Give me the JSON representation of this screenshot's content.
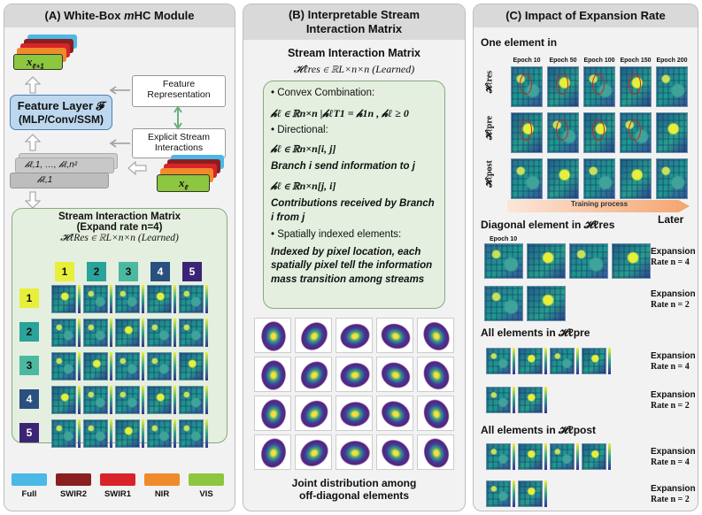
{
  "panel_a": {
    "title": "(A) White-Box mHC Module",
    "title_pre": "(A) White-Box ",
    "title_em": "m",
    "title_post": "HC Module",
    "x_next": "x",
    "x_next_sub": "ℓ+1",
    "feature_layer_line1": "Feature Layer 𝓕",
    "feature_layer_line2": "(MLP/Conv/SSM)",
    "feature_representation": "Feature\nRepresentation",
    "explicit_stream": "Explicit Stream\nInteractions",
    "h_stack_top": "𝒽ℓ,1, …, 𝒽ℓ,n²",
    "h_stack_bottom": "𝒽ℓ,1",
    "x_l": "x",
    "x_l_sub": "ℓ",
    "matrix_title": "Stream Interaction Matrix",
    "matrix_subtitle": "(Expand rate n=4)",
    "matrix_formula": "𝓗ℓRes ∈ ℝL×n×n (Learned)",
    "col_headers": [
      "1",
      "2",
      "3",
      "4",
      "5"
    ],
    "row_headers": [
      "1",
      "2",
      "3",
      "4",
      "5"
    ],
    "header_colors": [
      "#e7ef3a",
      "#2aa39a",
      "#4cb8a0",
      "#29507e",
      "#3b2476"
    ],
    "legend": [
      {
        "label": "Full",
        "color": "#4cb8e6"
      },
      {
        "label": "SWIR2",
        "color": "#8a1f1f"
      },
      {
        "label": "SWIR1",
        "color": "#d8232a"
      },
      {
        "label": "NIR",
        "color": "#f08a2a"
      },
      {
        "label": "VIS",
        "color": "#8dc63f"
      }
    ]
  },
  "panel_b": {
    "title_line1": "(B) Interpretable Stream",
    "title_line2": "Interaction Matrix",
    "matrix_title": "Stream Interaction Matrix",
    "matrix_formula": "𝓗ℓres ∈ ℝL×n×n (Learned)",
    "bullet1": "• Convex Combination:",
    "formula1": "𝒽ℓ ∈ ℝn×n |𝒽ℓT1 = 𝒽1n , 𝒽ℓ ≥ 0",
    "bullet2": "• Directional:",
    "formula2": "𝒽ℓ ∈ ℝn×n[i, j]",
    "text2": "Branch i send information to j",
    "formula3": "𝒽ℓ ∈ ℝn×n[j, i]",
    "text3": "Contributions received by Branch i from j",
    "bullet3": "• Spatially indexed elements:",
    "text4": "Indexed by pixel location, each spatially pixel tell the information mass transition among streams",
    "caption_line1": "Joint distribution among",
    "caption_line2": "off-diagonal elements"
  },
  "panel_c": {
    "title": "(C) Impact of Expansion Rate",
    "one_element": "One element in",
    "epochs": [
      "Epoch 10",
      "Epoch 50",
      "Epoch 100",
      "Epoch 150",
      "Epoch 200"
    ],
    "row_labels": [
      "𝓗ℓres",
      "𝓗ℓpre",
      "𝓗ℓpost"
    ],
    "training_process": "Training process",
    "later": "Later",
    "diag_title": "Diagonal element in 𝓗ℓres",
    "diag_epoch": "Epoch 10",
    "all_pre": "All elements in 𝓗ℓpre",
    "all_post": "All elements in 𝓗ℓpost",
    "expansion": "Expansion",
    "rate_n4": "Rate n = 4",
    "rate_n2": "Rate n = 2"
  }
}
